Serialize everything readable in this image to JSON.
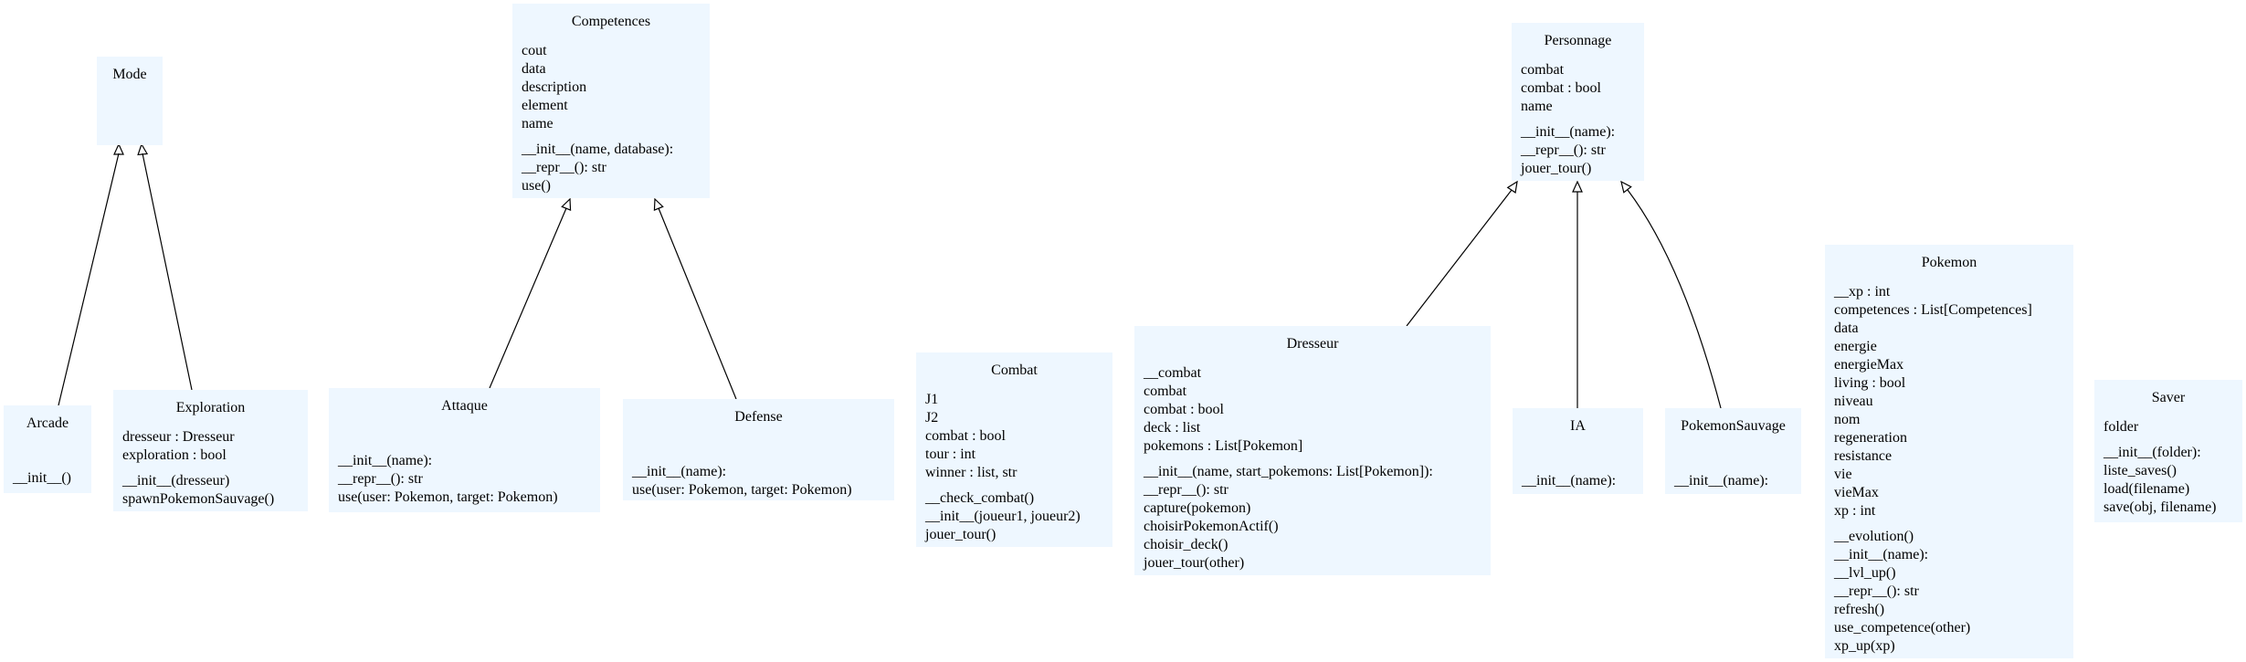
{
  "colors": {
    "class_fill": "#eef7ff",
    "edge": "#000000"
  },
  "classes": [
    {
      "id": "mode",
      "name": "Mode",
      "attributes": [],
      "methods": []
    },
    {
      "id": "arcade",
      "name": "Arcade",
      "attributes": [],
      "methods": [
        "__init__()"
      ]
    },
    {
      "id": "exploration",
      "name": "Exploration",
      "attributes": [
        "dresseur : Dresseur",
        "exploration : bool"
      ],
      "methods": [
        "__init__(dresseur)",
        "spawnPokemonSauvage()"
      ]
    },
    {
      "id": "competences",
      "name": "Competences",
      "attributes": [
        "cout",
        "data",
        "description",
        "element",
        "name"
      ],
      "methods": [
        "__init__(name, database):",
        "__repr__(): str",
        "use()"
      ]
    },
    {
      "id": "attaque",
      "name": "Attaque",
      "attributes": [],
      "methods": [
        "__init__(name):",
        "__repr__(): str",
        "use(user: Pokemon, target: Pokemon)"
      ]
    },
    {
      "id": "defense",
      "name": "Defense",
      "attributes": [],
      "methods": [
        "__init__(name):",
        "use(user: Pokemon, target: Pokemon)"
      ]
    },
    {
      "id": "combat",
      "name": "Combat",
      "attributes": [
        "J1",
        "J2",
        "combat : bool",
        "tour : int",
        "winner : list, str"
      ],
      "methods": [
        "__check_combat()",
        "__init__(joueur1, joueur2)",
        "jouer_tour()"
      ]
    },
    {
      "id": "personnage",
      "name": "Personnage",
      "attributes": [
        "combat",
        "combat : bool",
        "name"
      ],
      "methods": [
        "__init__(name):",
        "__repr__(): str",
        "jouer_tour()"
      ]
    },
    {
      "id": "dresseur",
      "name": "Dresseur",
      "attributes": [
        "__combat",
        "combat",
        "combat : bool",
        "deck : list",
        "pokemons : List[Pokemon]"
      ],
      "methods": [
        "__init__(name, start_pokemons: List[Pokemon]):",
        "__repr__(): str",
        "capture(pokemon)",
        "choisirPokemonActif()",
        "choisir_deck()",
        "jouer_tour(other)"
      ]
    },
    {
      "id": "ia",
      "name": "IA",
      "attributes": [],
      "methods": [
        "__init__(name):"
      ]
    },
    {
      "id": "pokemonsauvage",
      "name": "PokemonSauvage",
      "attributes": [],
      "methods": [
        "__init__(name):"
      ]
    },
    {
      "id": "pokemon",
      "name": "Pokemon",
      "attributes": [
        "__xp : int",
        "competences : List[Competences]",
        "data",
        "energie",
        "energieMax",
        "living : bool",
        "niveau",
        "nom",
        "regeneration",
        "resistance",
        "vie",
        "vieMax",
        "xp : int"
      ],
      "methods": [
        "__evolution()",
        "__init__(name):",
        "__lvl_up()",
        "__repr__(): str",
        "refresh()",
        "use_competence(other)",
        "xp_up(xp)"
      ]
    },
    {
      "id": "saver",
      "name": "Saver",
      "attributes": [
        "folder"
      ],
      "methods": [
        "__init__(folder):",
        "liste_saves()",
        "load(filename)",
        "save(obj, filename)"
      ]
    }
  ],
  "inheritance": [
    {
      "from": "arcade",
      "to": "mode"
    },
    {
      "from": "exploration",
      "to": "mode"
    },
    {
      "from": "attaque",
      "to": "competences"
    },
    {
      "from": "defense",
      "to": "competences"
    },
    {
      "from": "dresseur",
      "to": "personnage"
    },
    {
      "from": "ia",
      "to": "personnage"
    },
    {
      "from": "pokemonsauvage",
      "to": "personnage"
    }
  ]
}
